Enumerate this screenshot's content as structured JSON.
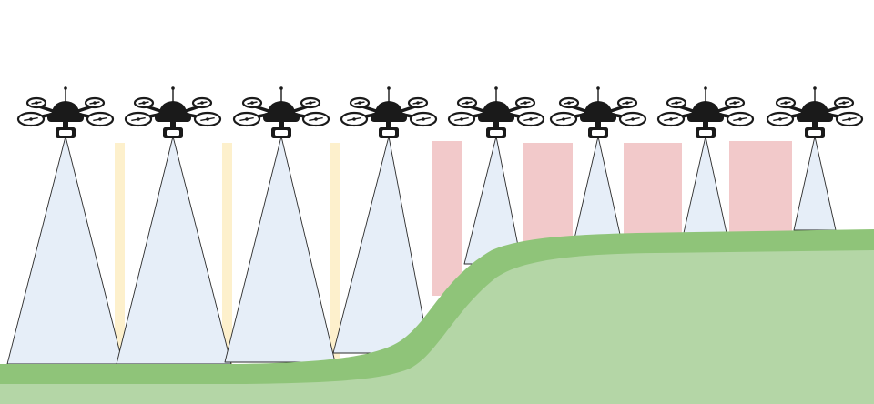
{
  "diagram": {
    "drone_count": 8,
    "colors": {
      "background": "#ffffff",
      "cone_fill": "#e6eef8",
      "cone_stroke": "#2b2b2b",
      "gap_overlap": "#fdf0cc",
      "gap_missing": "#f2c9ca",
      "terrain_light": "#b4d6a6",
      "terrain_dark": "#8fc479",
      "drone": "#1a1a1a"
    },
    "gaps": {
      "overlap_count": 3,
      "missing_count": 4
    },
    "icons": {
      "drone": "quadcopter-drone-icon"
    }
  }
}
